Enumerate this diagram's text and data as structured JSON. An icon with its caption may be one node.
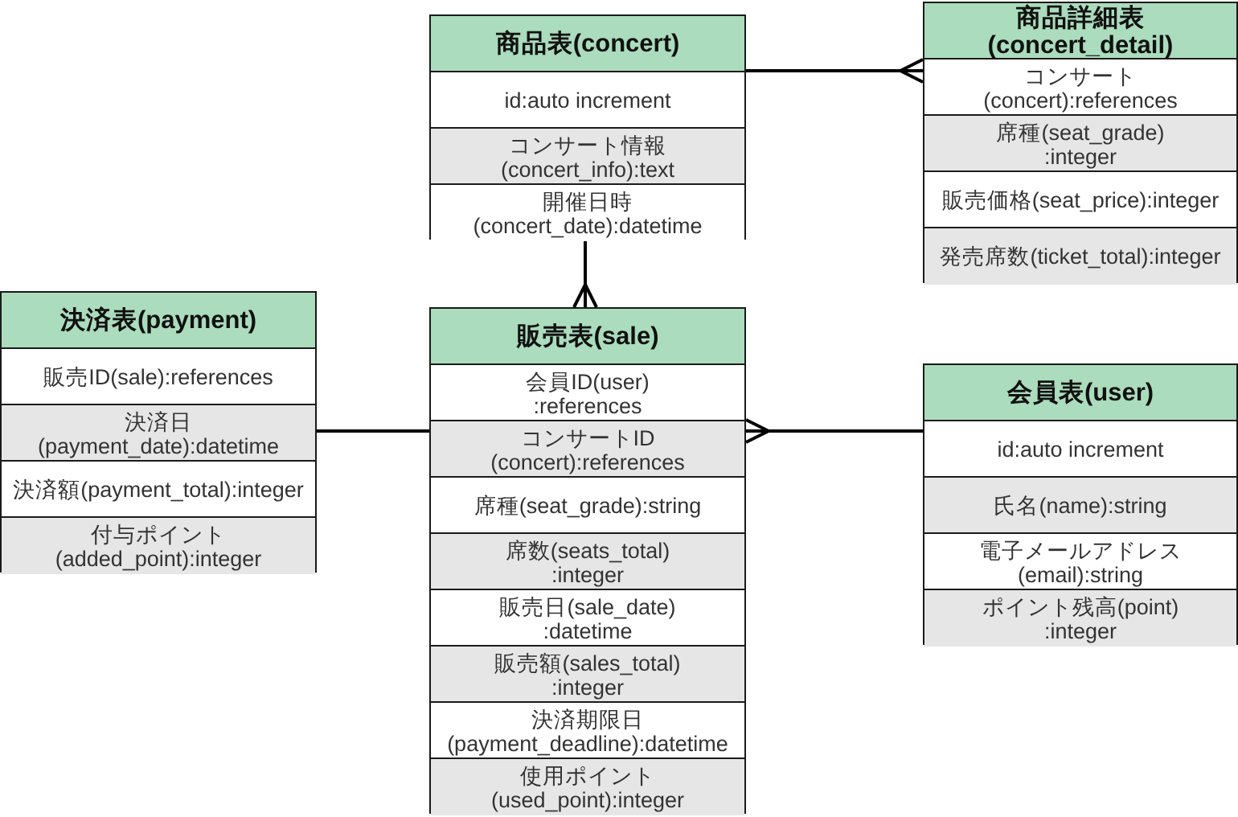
{
  "diagram": {
    "nodes": [
      {
        "text": [
          "商品表(concert)"
        ]
      },
      {
        "text": [
          "id:auto increment"
        ],
        "in": 0
      },
      {
        "text": [
          "コンサート情報 (concert_info):text"
        ],
        "in": 0
      },
      {
        "text": [
          "開催日時 (concert_date):datetime"
        ],
        "in": 0
      },
      {
        "text": [
          "商品詳細表 (concert_detail)"
        ]
      },
      {
        "text": [
          "コンサート (concert):references"
        ],
        "in": 4
      },
      {
        "text": [
          "席種(seat_grade) :integer"
        ],
        "in": 4
      },
      {
        "text": [
          "販売価格(seat_price):integer"
        ],
        "in": 4
      },
      {
        "text": [
          "発売席数(ticket_total):integer"
        ],
        "in": 4
      },
      {
        "text": [
          "決済表(payment)"
        ]
      },
      {
        "text": [
          "販売ID(sale):references"
        ],
        "in": 9
      },
      {
        "text": [
          "決済日 (payment_date):datetime"
        ],
        "in": 9
      },
      {
        "text": [
          "決済額(payment_total):integer"
        ],
        "in": 9
      },
      {
        "text": [
          "付与ポイント (added_point):integer"
        ],
        "in": 9
      },
      {
        "text": [
          "販売表(sale)"
        ]
      },
      {
        "text": [
          "会員ID(user) :references"
        ],
        "in": 14
      },
      {
        "text": [
          "コンサートID (concert):references"
        ],
        "in": 14
      },
      {
        "text": [
          "席種(seat_grade):string"
        ],
        "in": 14
      },
      {
        "text": [
          "席数(seats_total) :integer"
        ],
        "in": 14
      },
      {
        "text": [
          "販売日(sale_date) :datetime"
        ],
        "in": 14
      },
      {
        "text": [
          "販売額(sales_total) :integer"
        ],
        "in": 14
      },
      {
        "text": [
          "決済期限日 (payment_deadline):datetime"
        ],
        "in": 14
      },
      {
        "text": [
          "使用ポイント (used_point):integer"
        ],
        "in": 14
      },
      {
        "text": [
          "会員表(user)"
        ]
      },
      {
        "text": [
          "id:auto increment"
        ],
        "in": 23
      },
      {
        "text": [
          "氏名(name):string"
        ],
        "in": 23
      },
      {
        "text": [
          "電子メールアドレス (email):string"
        ],
        "in": 23
      },
      {
        "text": [
          "ポイント残高(point) :integer"
        ],
        "in": 23
      }
    ],
    "edges": [
      {
        "from": 0,
        "to": 4,
        "arrow": "other"
      },
      {
        "from": 0,
        "to": 14,
        "arrow": "other"
      },
      {
        "from": 9,
        "to": 14,
        "arrow": "none"
      },
      {
        "from": 23,
        "to": 14,
        "arrow": "other"
      }
    ]
  }
}
